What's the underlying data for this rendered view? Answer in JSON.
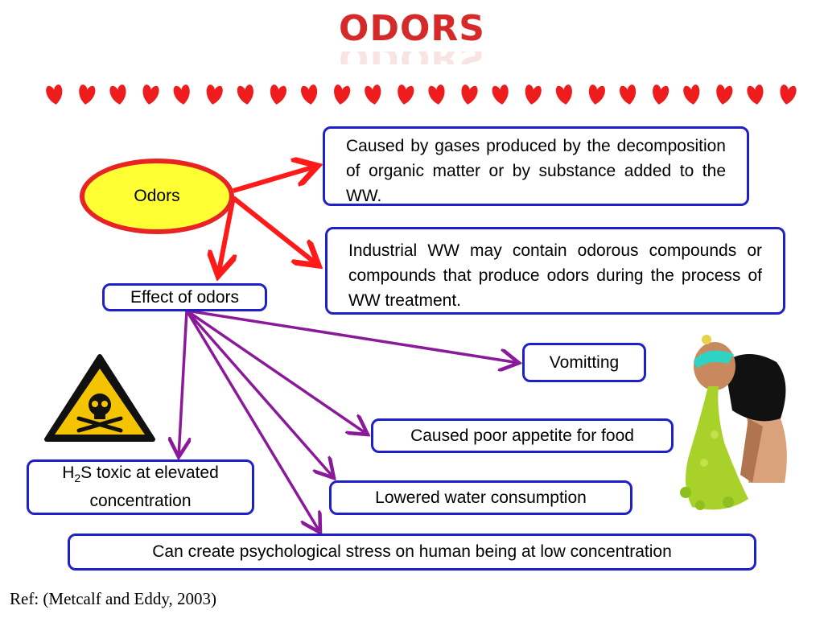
{
  "title": "ODORS",
  "center_node": "Odors",
  "causes": {
    "box1": "Caused by gases produced by the decomposition  of organic matter or by substance added to the WW.",
    "box2": "Industrial WW may contain odorous compounds or compounds that produce odors during the process of WW treatment."
  },
  "effect_node": "Effect of odors",
  "effects": {
    "vomiting": "Vomitting",
    "appetite": "Caused poor appetite for food",
    "water": "Lowered  water consumption",
    "h2s_prefix": "H",
    "h2s_sub": "2",
    "h2s_rest": "S toxic at elevated concentration",
    "stress": "Can create psychological stress on human being at low concentration"
  },
  "reference": "Ref: (Metcalf and Eddy, 2003)",
  "colors": {
    "title": "#d42a2a",
    "red_arrow": "#ff1a1a",
    "purple_arrow": "#8b1a9b",
    "box_border": "#2020c8",
    "ellipse_fill": "#ffff33"
  },
  "icons": [
    "heart-divider-icon",
    "toxic-warning-icon",
    "vomiting-person-icon"
  ]
}
